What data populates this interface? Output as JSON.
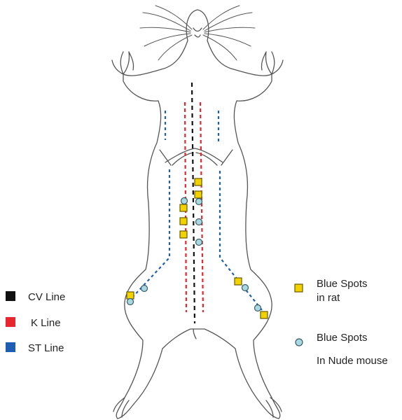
{
  "colors": {
    "cv_line": "#111111",
    "k_line": "#e8262d",
    "st_line": "#1f5fb3",
    "rat_spot_fill": "#f2d100",
    "rat_spot_stroke": "#6b5a00",
    "mouse_spot_fill": "#a8d8e0",
    "mouse_spot_stroke": "#3b5d66",
    "outline": "#555555"
  },
  "legend_lines": {
    "cv": "CV Line",
    "k": "K Line",
    "st": "ST Line"
  },
  "legend_spots": {
    "rat_line1": "Blue Spots",
    "rat_line2": "in rat",
    "mouse_line1": "Blue Spots",
    "mouse_line2": "In Nude mouse"
  }
}
